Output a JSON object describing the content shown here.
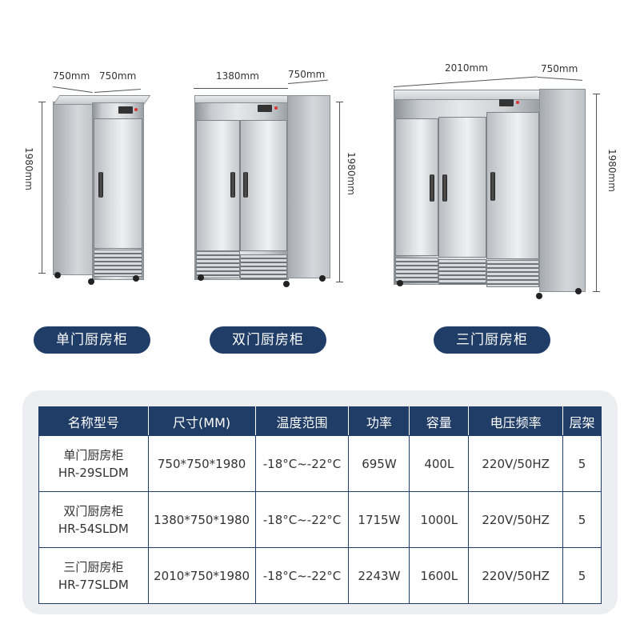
{
  "dimensions": {
    "single": {
      "width": "750mm",
      "depth": "750mm",
      "height": "1980mm"
    },
    "double": {
      "width": "1380mm",
      "depth": "750mm",
      "height": "1980mm"
    },
    "triple": {
      "width": "2010mm",
      "depth": "750mm",
      "height": "1980mm"
    }
  },
  "labels": {
    "single": "单门厨房柜",
    "double": "双门厨房柜",
    "triple": "三门厨房柜"
  },
  "colors": {
    "accent": "#1f3d66",
    "card": "#eceef1"
  },
  "table": {
    "headers": [
      "名称型号",
      "尺寸(MM)",
      "温度范围",
      "功率",
      "容量",
      "电压频率",
      "层架"
    ],
    "rows": [
      {
        "name": "单门厨房柜",
        "model": "HR-29SLDM",
        "size": "750*750*1980",
        "temp": "-18°C~-22°C",
        "power": "695W",
        "capacity": "400L",
        "voltage": "220V/50HZ",
        "shelves": "5"
      },
      {
        "name": "双门厨房柜",
        "model": "HR-54SLDM",
        "size": "1380*750*1980",
        "temp": "-18°C~-22°C",
        "power": "1715W",
        "capacity": "1000L",
        "voltage": "220V/50HZ",
        "shelves": "5"
      },
      {
        "name": "三门厨房柜",
        "model": "HR-77SLDM",
        "size": "2010*750*1980",
        "temp": "-18°C~-22°C",
        "power": "2243W",
        "capacity": "1600L",
        "voltage": "220V/50HZ",
        "shelves": "5"
      }
    ]
  }
}
